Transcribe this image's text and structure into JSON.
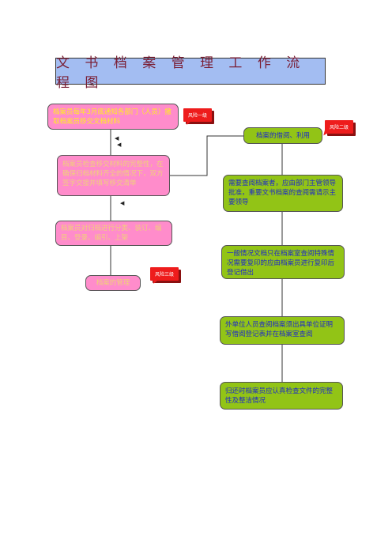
{
  "title": "文 书 档 案 管 理 工 作 流 程 图",
  "left_flow": {
    "step1": "档案员每年3月底通知各部门（人员）撤取档案员移交文档材料",
    "step2": "档案员检查移交材料的完整性，在确保归档材料齐全的情况下，双方签字交接并填写移交清单",
    "step3": "档案员对归档进行分类、装订、编目、登录、编引、上架",
    "step4": "档案的管理"
  },
  "right_flow": {
    "step1": "档案的借阅、利用",
    "step2": "需要查阅档案者，应由部门主管领导批准，重要文书档案的查阅需请示主要领导",
    "step3": "一般情况文档只在档案室查阅特殊情况需要复印的应由档案员进行复印后登记借出",
    "step4": "外单位人员查阅档案须出具单位证明写借阅登记表并在档案室查阅",
    "step5": "归还时档案员应认真检查文件的完整性及整洁情况"
  },
  "risk_tags": {
    "tag1": "风险一级",
    "tag2": "风险二级",
    "tag3": "风险三级"
  },
  "colors": {
    "title_bg": "#a3bdf2",
    "title_text": "#7a1e34",
    "left_box_bg": "#ff8ccb",
    "left_box_text": "#ffee22",
    "right_box_bg": "#92c416",
    "right_box_text": "#1e2ac8",
    "tag_bg": "#ee1c1c"
  }
}
